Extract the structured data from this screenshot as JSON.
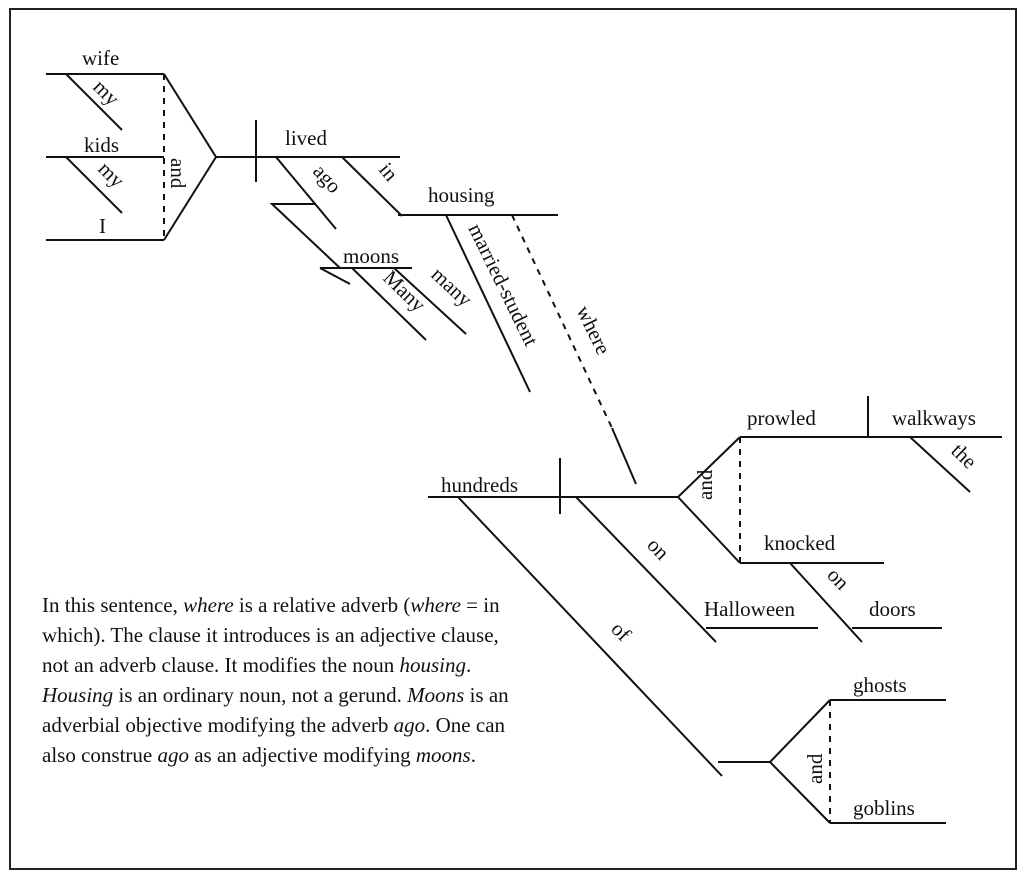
{
  "diagram": {
    "words": {
      "wife": "wife",
      "my_1": "my",
      "kids": "kids",
      "my_2": "my",
      "i": "I",
      "and_1": "and",
      "lived": "lived",
      "ago": "ago",
      "in": "in",
      "housing": "housing",
      "moons": "moons",
      "many_lower": "many",
      "many_upper": "Many",
      "married_student": "married-student",
      "where": "where",
      "prowled": "prowled",
      "walkways": "walkways",
      "the": "the",
      "hundreds": "hundreds",
      "and_2": "and",
      "knocked": "knocked",
      "on_1": "on",
      "halloween": "Halloween",
      "on_2": "on",
      "doors": "doors",
      "of": "of",
      "ghosts": "ghosts",
      "and_3": "and",
      "goblins": "goblins"
    }
  },
  "caption": {
    "s1": "In this sentence, ",
    "where": "where",
    "s2": " is a relative adverb (",
    "where2": "where",
    "s3": " = in which). The clause it introduces is an adjective clause, not an adverb clause. It modifies the noun ",
    "housing": "housing",
    "s4": ". ",
    "Housing": "Housing",
    "s5": " is an ordinary noun, not a gerund. ",
    "Moons": "Moons",
    "s6": " is an adverbial objective modifying the adverb ",
    "ago": "ago",
    "s7": ". One can also construe ",
    "ago2": "ago",
    "s8": " as an adjective modifying ",
    "moons": "moons",
    "s9": "."
  }
}
